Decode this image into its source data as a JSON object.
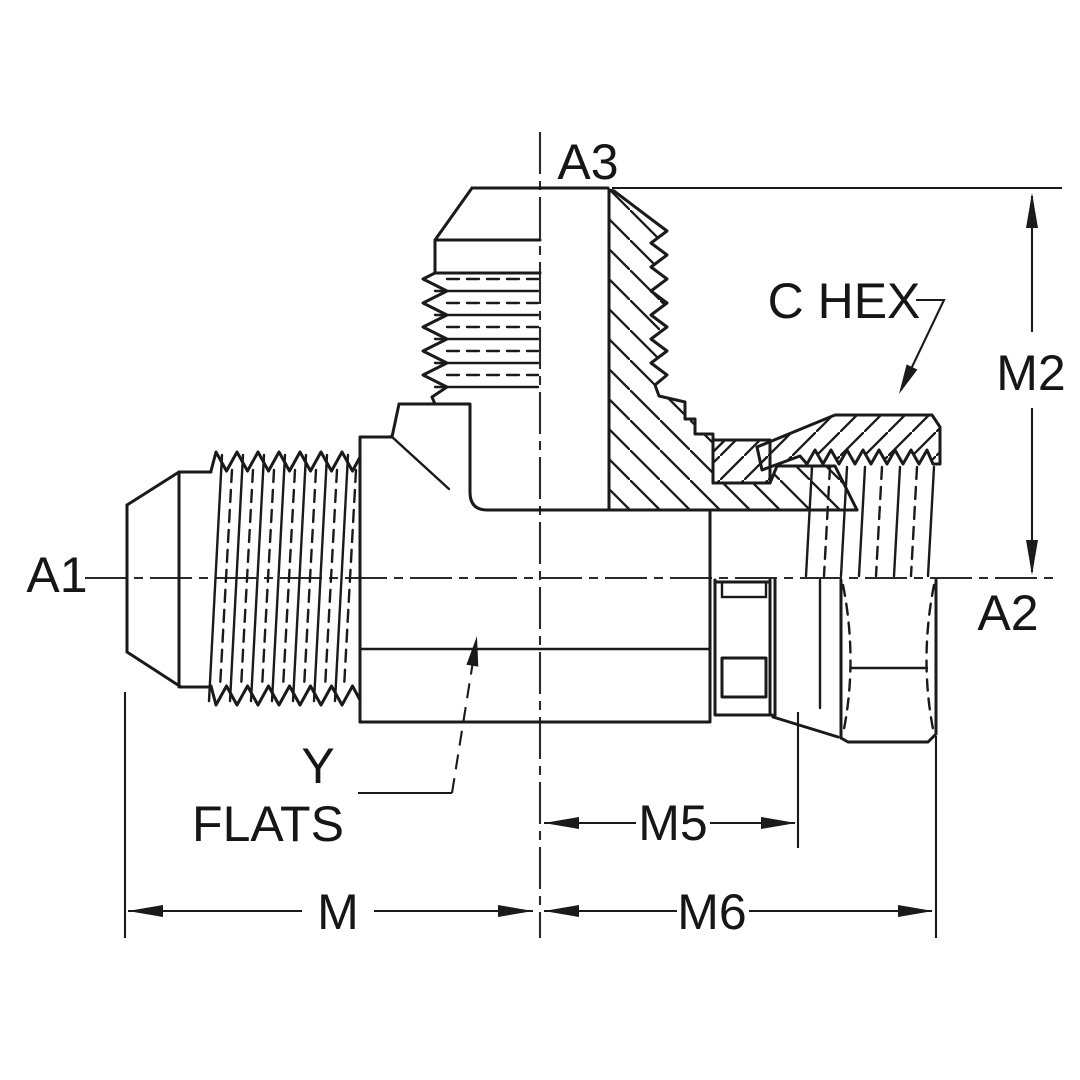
{
  "drawing": {
    "type": "engineering-section-diagram",
    "colors": {
      "background": "#ffffff",
      "ink": "#1a1a1a"
    },
    "labels": {
      "axis_left": "A1",
      "axis_right": "A2",
      "axis_top": "A3",
      "callout_hex": "C HEX",
      "callout_flats_line1": "Y",
      "callout_flats_line2": "FLATS",
      "dim_m": "M",
      "dim_m2": "M2",
      "dim_m5": "M5",
      "dim_m6": "M6"
    }
  }
}
